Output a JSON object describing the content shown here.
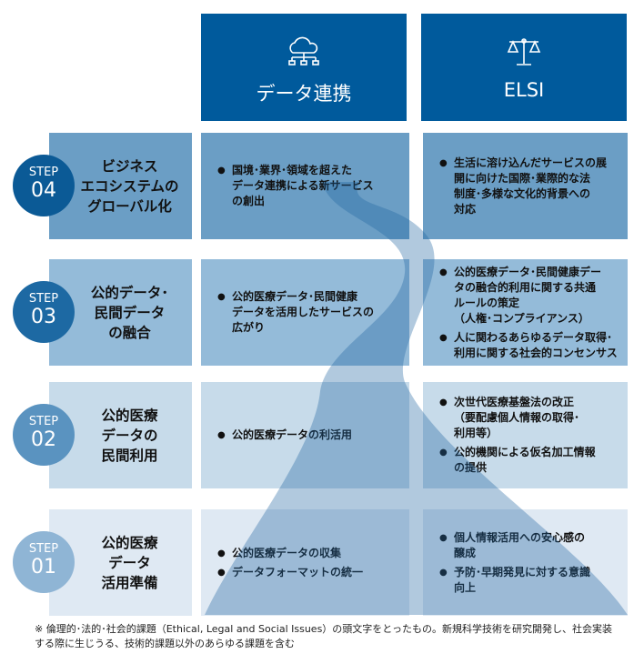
{
  "headers": [
    {
      "label": "データ連携",
      "icon": "cloud-network-icon"
    },
    {
      "label": "ELSI",
      "icon": "scales-icon"
    }
  ],
  "steps": [
    {
      "step": "STEP",
      "num": "04",
      "title": "ビジネス\nエコシステムの\nグローバル化",
      "data": [
        "国境･業界･領域を超えた\nデータ連携による新サービス\nの創出"
      ],
      "elsi": [
        "生活に溶け込んだサービスの展\n開に向けた国際･業際的な法\n制度･多様な文化的背景への\n対応"
      ],
      "color": "#6b9ec5",
      "circle": "#0b5a96"
    },
    {
      "step": "STEP",
      "num": "03",
      "title": "公的データ･\n民間データ\nの融合",
      "data": [
        "公的医療データ･民間健康\nデータを活用したサービスの\n広がり"
      ],
      "elsi": [
        "公的医療データ･民間健康デー\nタの融合的利用に関する共通\nルールの策定\n（人権･コンプライアンス）",
        "人に関わるあらゆるデータ取得･\n利用に関する社会的コンセンサス"
      ],
      "color": "#94bbd9",
      "circle": "#1d69a3"
    },
    {
      "step": "STEP",
      "num": "02",
      "title": "公的医療\nデータの\n民間利用",
      "data": [
        "公的医療データの利活用"
      ],
      "elsi": [
        "次世代医療基盤法の改正\n（要配慮個人情報の取得･\n利用等）",
        "公的機関による仮名加工情報\nの提供"
      ],
      "color": "#c7dbea",
      "circle": "#5a93c0"
    },
    {
      "step": "STEP",
      "num": "01",
      "title": "公的医療\nデータ\n活用準備",
      "data": [
        "公的医療データの収集",
        "データフォーマットの統一"
      ],
      "elsi": [
        "個人情報活用への安心感の\n醸成",
        "予防･早期発見に対する意識\n向上"
      ],
      "color": "#dfe9f3",
      "circle": "#8fb5d5"
    }
  ],
  "note": "※ 倫理的･法的･社会的課題（Ethical, Legal and Social Issues）の頭文字をとったもの。新規科学技術を研究開発し、社会実装する際に生じうる、技術的課題以外のあらゆる課題を含む",
  "colors": {
    "header": "#005a9c",
    "river": "#1f63a0"
  }
}
